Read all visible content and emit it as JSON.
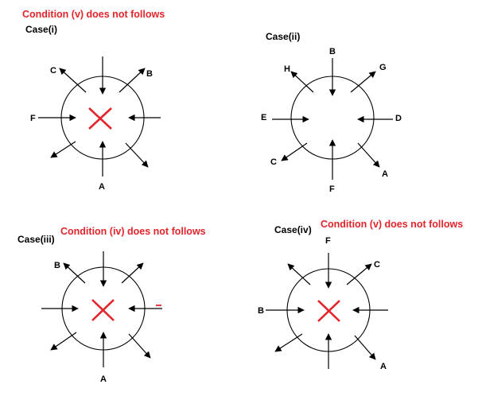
{
  "notes": {
    "case1": "Condition (v) does not follows",
    "case3": "Condition (iv) does not follows",
    "case4": "Condition (v) does not follows"
  },
  "cases": {
    "case1": {
      "title": "Case(i)",
      "labels": {
        "C": "C",
        "B": "B",
        "F": "F",
        "A": "A"
      }
    },
    "case2": {
      "title": "Case(ii)",
      "labels": {
        "B": "B",
        "H": "H",
        "G": "G",
        "E": "E",
        "D": "D",
        "C": "C",
        "A": "A",
        "F": "F"
      }
    },
    "case3": {
      "title": "Case(iii)",
      "labels": {
        "B": "B",
        "A": "A"
      }
    },
    "case4": {
      "title": "Case(iv)",
      "labels": {
        "F": "F",
        "C": "C",
        "B": "B",
        "A": "A"
      }
    }
  },
  "colors": {
    "note": "#e3242b",
    "cross": "#e3242b",
    "line": "#000000"
  },
  "icons": {
    "cross": "cross-mark-icon"
  }
}
